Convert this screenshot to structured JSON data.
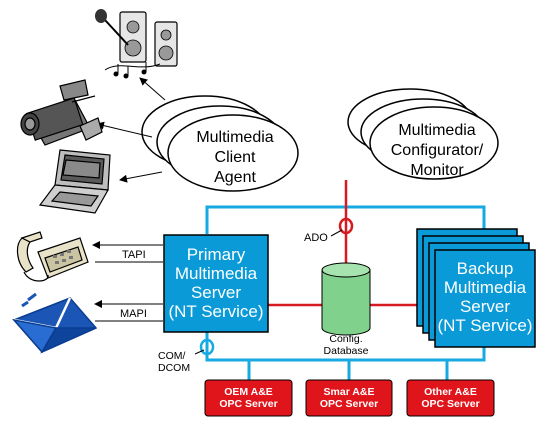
{
  "colors": {
    "network_blue": "#17a9e1",
    "server_blue": "#0a9ad8",
    "link_red": "#d71920",
    "opc_red": "#e0141b",
    "database_green": "#7fd18b"
  },
  "nodes": {
    "client_agent": {
      "lines": [
        "Multimedia",
        "Client",
        "Agent"
      ]
    },
    "configurator": {
      "lines": [
        "Multimedia",
        "Configurator/",
        "Monitor"
      ]
    },
    "primary_server": {
      "lines": [
        "Primary",
        "Multimedia",
        "Server",
        "(NT Service)"
      ]
    },
    "backup_server": {
      "lines": [
        "Backup",
        "Multimedia",
        "Server",
        "(NT Service)"
      ]
    },
    "database": {
      "lines": [
        "Config.",
        "Database"
      ]
    },
    "opc_servers": [
      {
        "lines": [
          "OEM A&E",
          "OPC Server"
        ]
      },
      {
        "lines": [
          "Smar A&E",
          "OPC Server"
        ]
      },
      {
        "lines": [
          "Other A&E",
          "OPC Server"
        ]
      }
    ]
  },
  "labels": {
    "tapi": "TAPI",
    "mapi": "MAPI",
    "ado": "ADO",
    "com_dcom": [
      "COM/",
      "DCOM"
    ]
  },
  "icons": [
    "speakers-microphone-icon",
    "video-camera-icon",
    "laptop-icon",
    "telephone-icon",
    "email-envelope-icon"
  ]
}
